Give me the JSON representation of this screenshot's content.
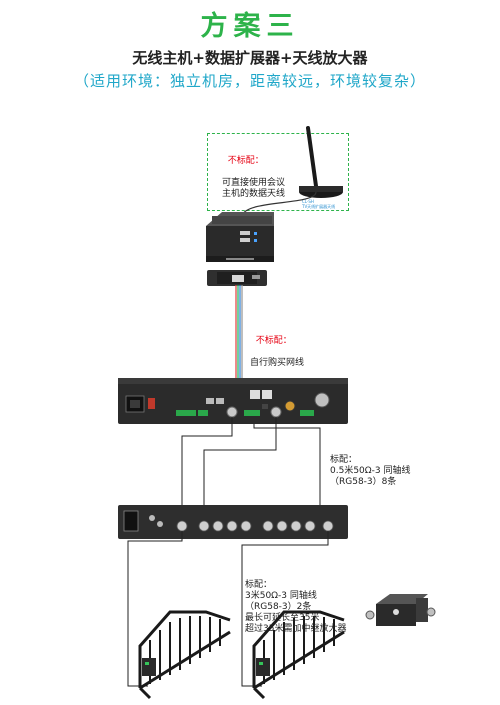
{
  "header": {
    "title": "方案三",
    "subtitle": "无线主机+数据扩展器+天线放大器",
    "environment": "（适用环境：独立机房，距离较远，环境较复杂）"
  },
  "notes": {
    "antenna": {
      "prefix": "不标配",
      "colon": "：",
      "text": "可直接使用会议\n主机的数据天线"
    },
    "network": {
      "prefix": "不标配",
      "colon": "：",
      "text": "自行购买网线"
    },
    "coax_short": {
      "text": "标配：\n0.5米50Ω-3 同轴线\n（RG58-3）8条"
    },
    "coax_long": {
      "text": "标配：\n3米50Ω-3 同轴线\n（RG58-3）2条\n最长可延长至35米\n超过35米需加中继放大器"
    }
  },
  "devices": {
    "antenna_tag": "CL-SH\nTV天线扩展器天线"
  },
  "colors": {
    "title": "#2db34a",
    "environment": "#20a7c9",
    "note_prefix": "#e60012",
    "dashed_box": "#2db34a",
    "device_body": "#2a2a2a",
    "network_cables": [
      "#e24a4a",
      "#2ab56a",
      "#3a86d6"
    ]
  }
}
